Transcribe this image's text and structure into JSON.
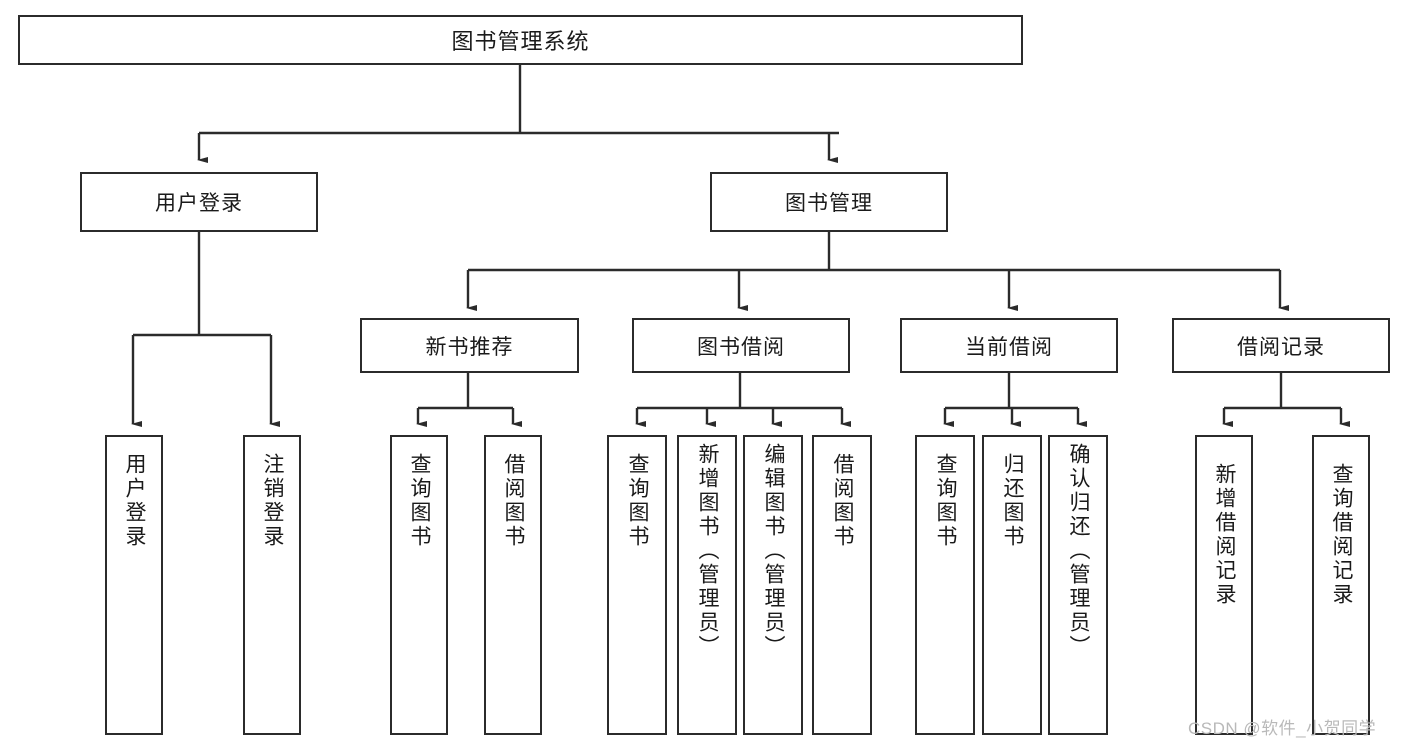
{
  "diagram": {
    "title": "图书管理系统",
    "root": {
      "label": "图书管理系统"
    },
    "level1": [
      {
        "label": "用户登录"
      },
      {
        "label": "图书管理"
      }
    ],
    "level2": [
      {
        "label": "新书推荐"
      },
      {
        "label": "图书借阅"
      },
      {
        "label": "当前借阅"
      },
      {
        "label": "借阅记录"
      }
    ],
    "leaves": {
      "user_login": [
        {
          "label": "用户登录"
        },
        {
          "label": "注销登录"
        }
      ],
      "new_book_recommend": [
        {
          "label": "查询图书"
        },
        {
          "label": "借阅图书"
        }
      ],
      "book_borrow": [
        {
          "label": "查询图书"
        },
        {
          "label": "新增图书（管理员）"
        },
        {
          "label": "编辑图书（管理员）"
        },
        {
          "label": "借阅图书"
        }
      ],
      "current_borrow": [
        {
          "label": "查询图书"
        },
        {
          "label": "归还图书"
        },
        {
          "label": "确认归还（管理员）"
        }
      ],
      "borrow_record": [
        {
          "label": "新增借阅记录"
        },
        {
          "label": "查询借阅记录"
        }
      ]
    }
  },
  "watermark": {
    "text": "CSDN @软件_小贺同学"
  },
  "colors": {
    "background": "#ffffff",
    "box_border": "#2b2b2b",
    "connector": "#2b2b2b",
    "text": "#1a1a1a",
    "watermark": "#b9b9b9"
  }
}
